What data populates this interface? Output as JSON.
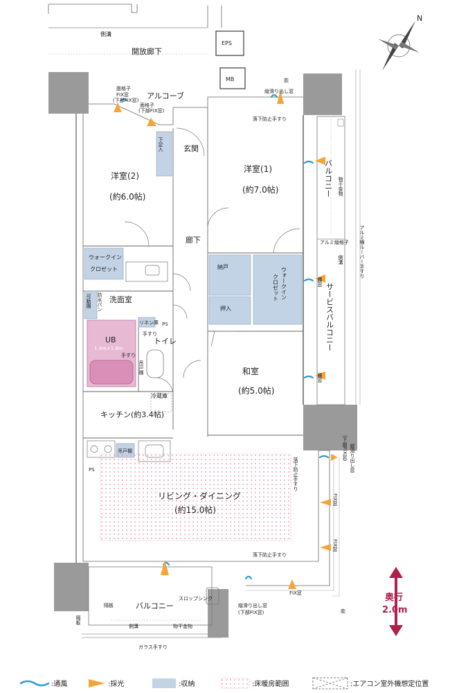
{
  "rooms": {
    "open_corridor": "開放廊下",
    "alcove": "アルコーブ",
    "entrance": "玄関",
    "shoe_box": "下足入",
    "western2_name": "洋室(2)",
    "western2_size": "(約6.0帖)",
    "western1_name": "洋室(1)",
    "western1_size": "(約7.0帖)",
    "hallway": "廊下",
    "walkin1": "ウォークイン",
    "walkin1b": "クロゼット",
    "walkin2": "ウォークイン",
    "walkin2b": "クロゼット",
    "nando": "納戸",
    "oshiire": "押入",
    "washroom": "洗面室",
    "movable_shelf": "可動棚",
    "waterproof_pan": "防水パン",
    "linen": "リネン庫",
    "ps1": "PS",
    "ub": "UB",
    "ub_size": "1.4m×1.8m",
    "handrail": "手すり",
    "toilet_handrail": "手すり",
    "toilet": "トイレ",
    "hanging_cabinet": "吊戸棚",
    "tatami_name": "和室",
    "tatami_size": "(約5.0帖)",
    "fridge": "冷蔵庫",
    "kitchen": "キッチン(約3.4帖)",
    "hanging_cabinet2": "吊戸棚",
    "ps2": "PS",
    "living_name": "リビング・ダイニング",
    "living_size": "(約15.0帖)"
  },
  "labels": {
    "gutter_top": "側溝",
    "eps": "EPS",
    "mb": "MB",
    "eaves_top": "庇",
    "vertical_window_top": "縦滑り出し窓",
    "fall_rail_top": "落下防止手すり",
    "fix_window_left": "面格子",
    "fix_window_left2": "FIX窓",
    "fix_window_left3": "(下部FIX窓)",
    "fix_window_right": "面格子",
    "fix_window_right2": "(下部FIX窓)",
    "balcony_right": "バルコニー",
    "drying_rack": "物干金物",
    "aluminum_louver": "アルミ横ルーバー手すり",
    "aluminum_lattice": "アルミ縦格子",
    "gutter_right": "側溝",
    "service_balcony": "サービスバルコニー",
    "fusuma": "腰窓",
    "fusuma2": "腰窓",
    "vertical_window_right": "縦滑り出し窓",
    "lower_fix": "(下部FIX窓)",
    "fall_rail_right": "落下防止手すり",
    "fix_window_r1": "FIX窓",
    "fix_window_r2": "FIX窓",
    "fall_rail_bottom": "落下防止手すり",
    "fix_window_bottom": "FIX窓",
    "vertical_window_bottom": "縦滑り出し窓",
    "lower_fix_bottom": "(下部FIX窓)",
    "eaves_bottom": "庇",
    "partition": "隔板",
    "slop_sink": "スロップシンク",
    "balcony_bottom": "バルコニー",
    "drying_rack_bottom": "物干金物",
    "gutter_bottom": "側溝",
    "glass_rail": "ガラス手すり",
    "depth_title": "奥行",
    "depth_value": "2.0m",
    "north": "N"
  },
  "legend": {
    "ventilation": ":通風",
    "lighting": ":採光",
    "storage": ":収納",
    "floor_heating": ":床暖房範囲",
    "ac_unit": ":エアコン室外機想定位置"
  },
  "colors": {
    "ventilation": "#2d9ad6",
    "lighting": "#f3a53a",
    "storage": "#c3d3e6",
    "floor_heating": "#e58fa6",
    "bath": "#d98fb8",
    "depth_arrow": "#b0204a"
  }
}
